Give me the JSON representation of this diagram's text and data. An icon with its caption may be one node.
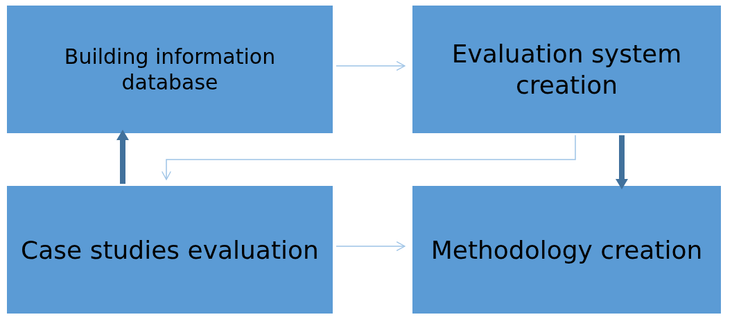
{
  "diagram": {
    "nodes": [
      {
        "text": [
          "Building information database"
        ]
      },
      {
        "text": [
          "Evaluation system creation"
        ]
      },
      {
        "text": [
          "Case studies evaluation"
        ]
      },
      {
        "text": [
          "Methodology creation"
        ]
      }
    ],
    "edges": [
      {
        "from": 0,
        "to": 1,
        "arrow": "to"
      },
      {
        "from": 1,
        "to": 2,
        "arrow": "to"
      },
      {
        "from": 1,
        "to": 3,
        "arrow": "to",
        "style": "thick",
        "color": "#41719c"
      },
      {
        "from": 2,
        "to": 0,
        "arrow": "to",
        "style": "thick",
        "color": "#41719c"
      },
      {
        "from": 2,
        "to": 3,
        "arrow": "to"
      }
    ]
  }
}
